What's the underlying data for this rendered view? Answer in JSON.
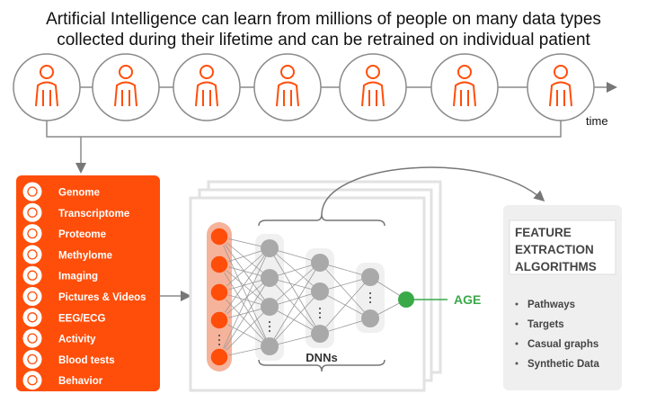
{
  "title": {
    "line1": "Artificial Intelligence can learn from millions of people on many data types",
    "line2": "collected during their lifetime and can be retrained on individual patient"
  },
  "timeline": {
    "axis_label": "time",
    "stages": [
      {
        "icon": "baby-icon"
      },
      {
        "icon": "child-icon"
      },
      {
        "icon": "graduate-icon"
      },
      {
        "icon": "adult-man-icon"
      },
      {
        "icon": "elderly-walker-icon"
      },
      {
        "icon": "wheelchair-patient-icon"
      },
      {
        "icon": "hospital-bed-icon"
      }
    ]
  },
  "data_types": [
    {
      "label": "Genome",
      "icon": "dna-icon"
    },
    {
      "label": "Transcriptome",
      "icon": "transcript-icon"
    },
    {
      "label": "Proteome",
      "icon": "protein-icon"
    },
    {
      "label": "Methylome",
      "icon": "methylation-icon"
    },
    {
      "label": "Imaging",
      "icon": "spine-xray-icon"
    },
    {
      "label": "Pictures & Videos",
      "icon": "monitor-icon"
    },
    {
      "label": "EEG/ECG",
      "icon": "heartbeat-icon"
    },
    {
      "label": "Activity",
      "icon": "running-icon"
    },
    {
      "label": "Blood tests",
      "icon": "blood-test-icon"
    },
    {
      "label": "Behavior",
      "icon": "head-brain-icon"
    }
  ],
  "network": {
    "label": "DNNs",
    "output_label": "AGE"
  },
  "feature_box": {
    "title_lines": [
      "FEATURE",
      "EXTRACTION",
      "ALGORITHMS"
    ],
    "items": [
      "Pathways",
      "Targets",
      "Casual graphs",
      "Synthetic Data"
    ]
  },
  "colors": {
    "orange": "#FF4E0A",
    "gray_node": "#A9A9A9",
    "green": "#3AAA48",
    "line": "#8A8A8A"
  }
}
